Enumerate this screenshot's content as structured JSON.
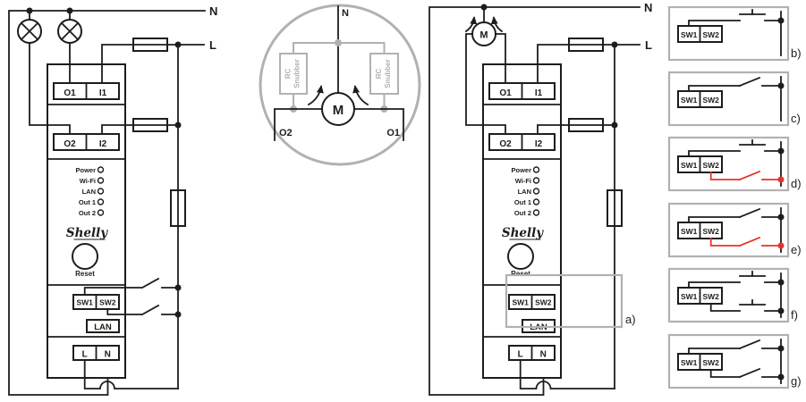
{
  "colors": {
    "wire": "#1d1d1b",
    "gray": "#b1b1b1",
    "red": "#e6332a"
  },
  "left_diagram": {
    "neutral": "N",
    "live": "L"
  },
  "right_diagram": {
    "neutral": "N",
    "live": "L",
    "motor": "M",
    "annotation": "a)"
  },
  "motor_detail": {
    "neutral": "N",
    "motor": "M",
    "snubber_line1": "RC",
    "snubber_line2": "Snubber",
    "out_left": "O2",
    "out_right": "O1"
  },
  "device": {
    "brand": "Shelly",
    "reset": "Reset",
    "terminals": {
      "o1": "O1",
      "i1": "I1",
      "o2": "O2",
      "i2": "I2",
      "sw1": "SW1",
      "sw2": "SW2",
      "lan": "LAN",
      "l": "L",
      "n": "N"
    },
    "leds": [
      {
        "label": "Power"
      },
      {
        "label": "Wi-Fi"
      },
      {
        "label": "LAN"
      },
      {
        "label": "Out 1"
      },
      {
        "label": "Out 2"
      }
    ]
  },
  "variants": [
    {
      "label": "b)",
      "top_switch": "button",
      "bottom_switch": "none",
      "bottom_color": "none"
    },
    {
      "label": "c)",
      "top_switch": "toggle",
      "bottom_switch": "none",
      "bottom_color": "none"
    },
    {
      "label": "d)",
      "top_switch": "button",
      "bottom_switch": "toggle",
      "bottom_color": "red"
    },
    {
      "label": "e)",
      "top_switch": "toggle",
      "bottom_switch": "toggle",
      "bottom_color": "red"
    },
    {
      "label": "f)",
      "top_switch": "button",
      "bottom_switch": "button",
      "bottom_color": "black"
    },
    {
      "label": "g)",
      "top_switch": "toggle",
      "bottom_switch": "toggle",
      "bottom_color": "black"
    }
  ]
}
